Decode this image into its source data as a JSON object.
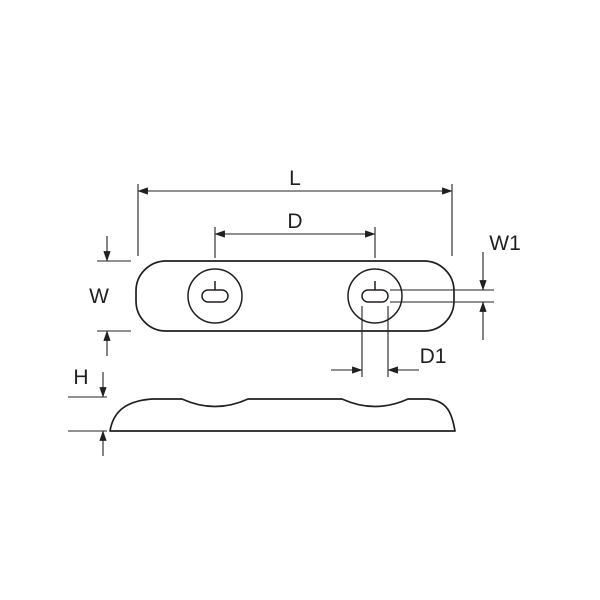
{
  "colors": {
    "line": "#231f20",
    "background": "#ffffff"
  },
  "drawing": {
    "dimension_labels": {
      "length": "L",
      "hole_spacing": "D",
      "width": "W",
      "slot_width": "W1",
      "slot_length": "D1",
      "height": "H"
    }
  }
}
